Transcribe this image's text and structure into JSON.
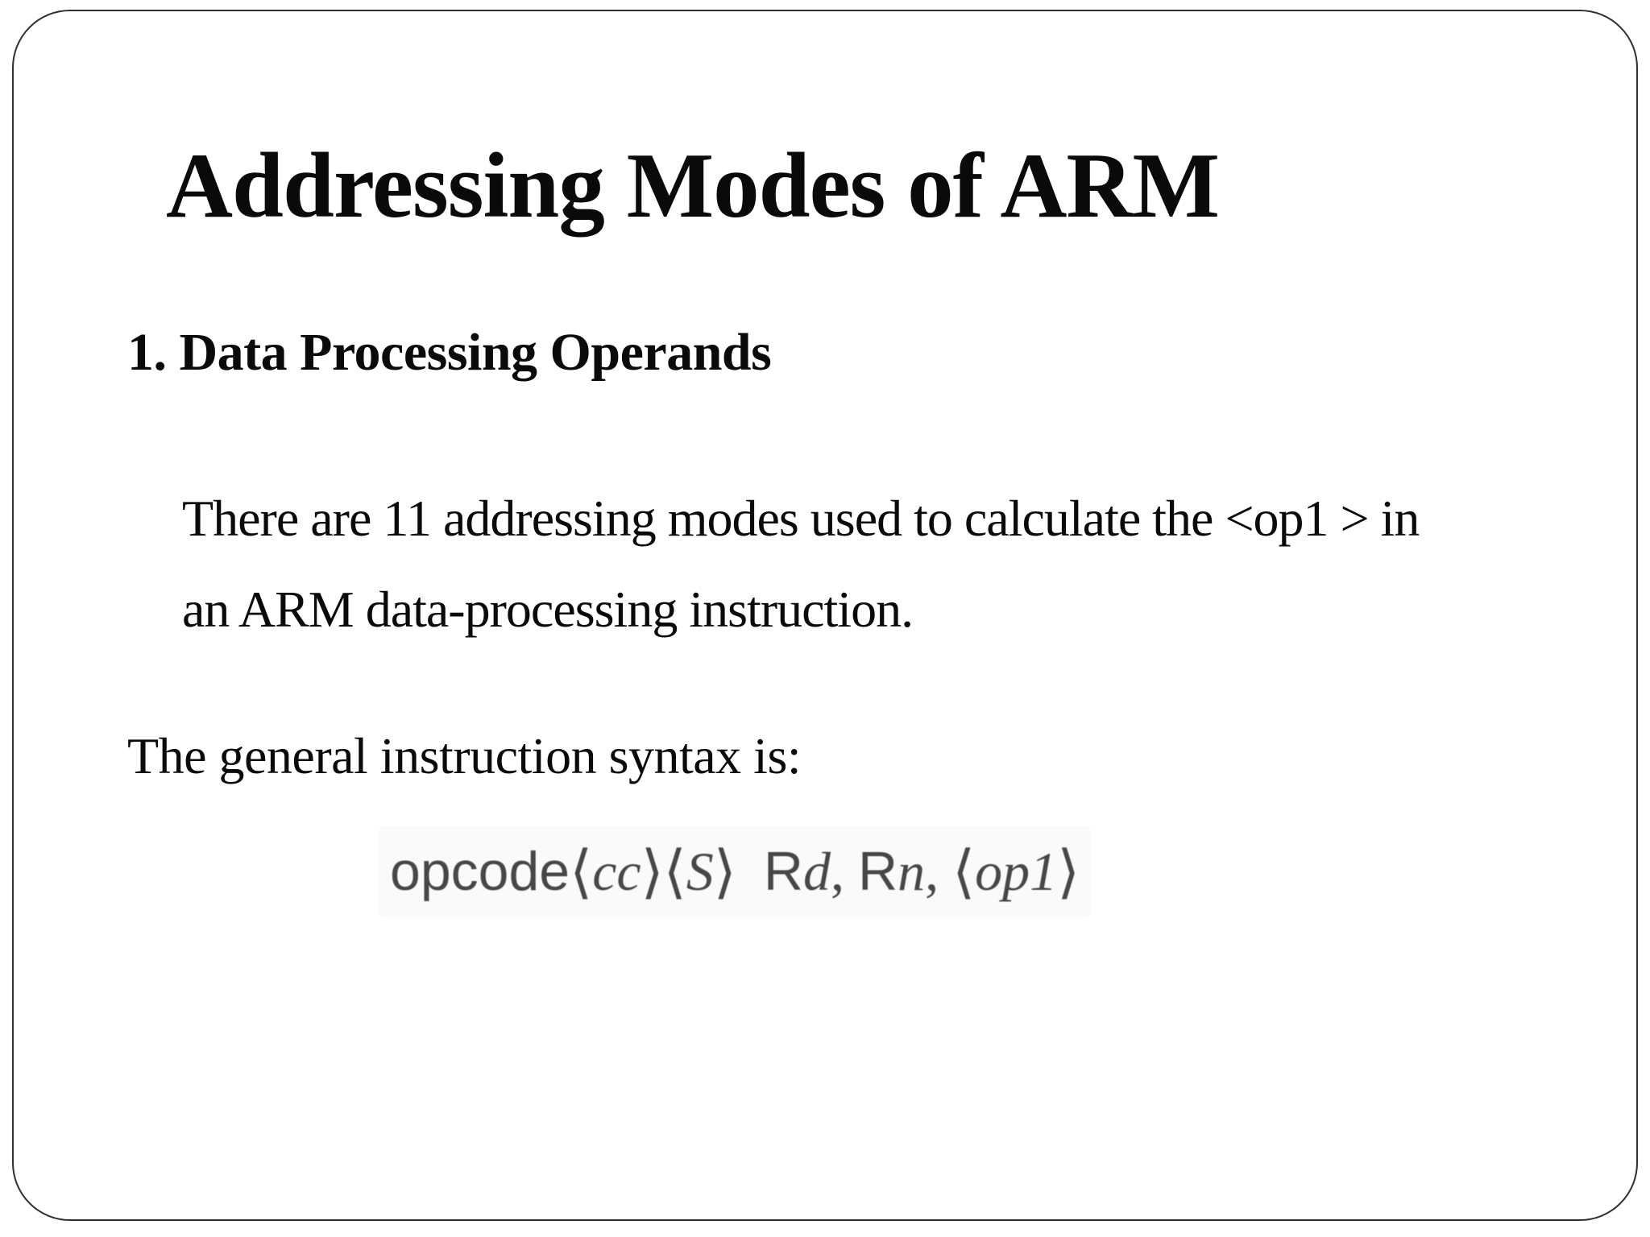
{
  "slide": {
    "title": "Addressing Modes of ARM",
    "section_heading": "1. Data Processing Operands",
    "paragraph": {
      "line1": "There are 11 addressing modes used to calculate the <op1 > in",
      "line2": "an ARM data-processing instruction."
    },
    "syntax_intro": "The general instruction syntax is:",
    "formula": {
      "opcode": "opcode",
      "langle": "⟨",
      "rangle": "⟩",
      "cc": "cc",
      "S": "S",
      "R": "R",
      "d": "d",
      "n": "n",
      "op1": "op1",
      "comma_space": ", ",
      "space": " "
    },
    "colors": {
      "background": "#ffffff",
      "text": "#0a0a0a",
      "formula_text": "#474747",
      "border": "#2f2f2f"
    }
  }
}
